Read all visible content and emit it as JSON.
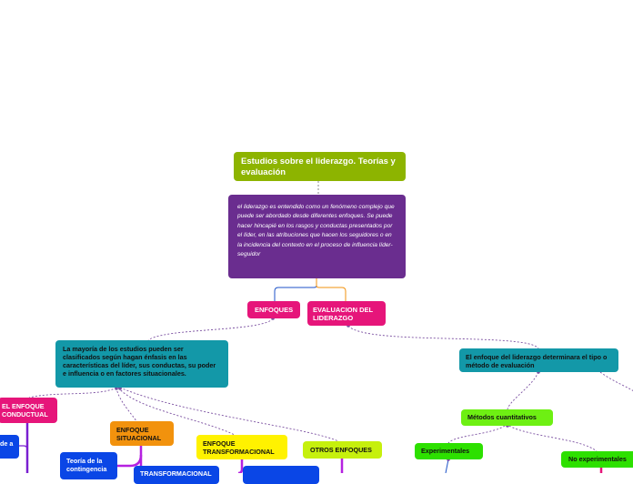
{
  "nodes": {
    "title": "Estudios sobre el liderazgo. Teorías y evaluación",
    "description": "el liderazgo es entendido como un fenómeno complejo que puede ser abordado desde diferentes enfoques. Se puede hacer hincapié en los rasgos y conductas presentados por el líder, en las atribuciones que hacen los seguidores o en la incidencia del contexto en el proceso de influencia líder-seguidor",
    "enfoques": "ENFOQUES",
    "evaluacion": "EVALUACION DEL LIDERAZGO",
    "mayoria": "La mayoría de los estudios pueden ser clasificados según hagan énfasis en las características del líder, sus conductas, su poder e influencia o en factores situacionales.",
    "determina": "El enfoque del liderazgo determinara el tipo o método de evaluación",
    "conductual": "EL ENFOQUE CONDUCTUAL",
    "situacional": "ENFOQUE SITUACIONAL",
    "transformacional": "ENFOQUE TRANSFORMACIONAL",
    "otros": "OTROS ENFOQUES",
    "cuantitativos": "Métodos cuantitativos",
    "experimentales": "Experimentales",
    "no_experimentales": "No experimentales",
    "contingencia": "Teoría de la contingencia",
    "left_partial": "de a",
    "transformacional_partial": "TRANSFORMACIONAL",
    "blue4_partial": ""
  },
  "colors": {
    "title_bg": "#8db400",
    "description_bg": "#6a2d8f",
    "pink": "#e6157a",
    "teal": "#1398a8",
    "orange": "#f2920d",
    "yellow": "#fff200",
    "lime": "#c6f00d",
    "green": "#6ef013",
    "bright_green": "#2de000",
    "blue": "#0a46e6",
    "dashed_connector": "#7a4fa0"
  }
}
